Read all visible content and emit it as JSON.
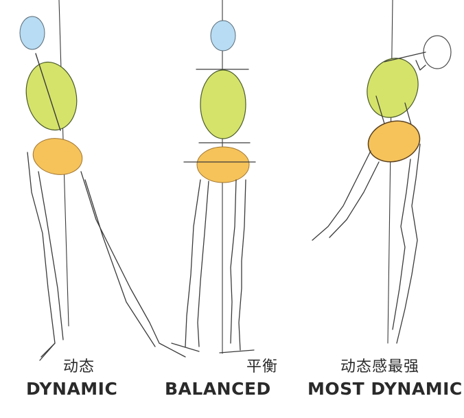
{
  "colors": {
    "head": "#b7dcf3",
    "chest": "#d5e36a",
    "pelvis": "#f5c35a",
    "line": "#3a3a3a",
    "text": "#2a2a2a"
  },
  "figures": [
    {
      "id": "dynamic",
      "label_zh": "动态",
      "label_en": "DYNAMIC"
    },
    {
      "id": "balanced",
      "label_zh": "平衡",
      "label_en": "BALANCED"
    },
    {
      "id": "most_dynamic",
      "label_zh": "动态感最强",
      "label_en": "MOST DYNAMIC"
    }
  ]
}
